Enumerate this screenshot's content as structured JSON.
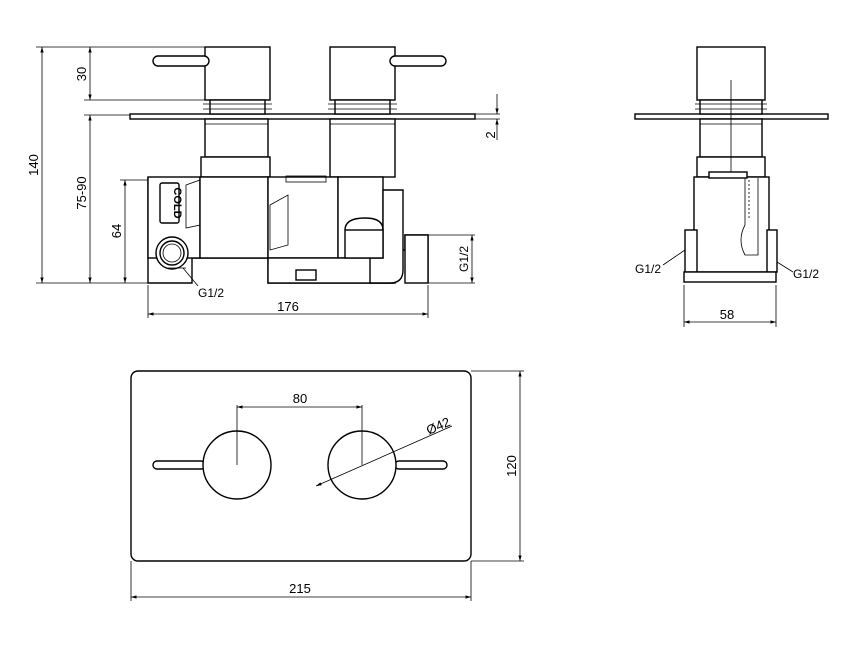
{
  "dimensions": {
    "overall_height": "140",
    "handle_height": "30",
    "wall_depth": "75-90",
    "port_height": "64",
    "plate_thickness": "2",
    "body_width": "176",
    "side_depth": "58",
    "spacing": "80",
    "knob_diameter": "Ø42",
    "plate_height": "120",
    "plate_width": "215"
  },
  "labels": {
    "inlet_front": "G1/2",
    "outlet_front": "G1/2",
    "side_left": "G1/2",
    "side_right": "G1/2",
    "cold_marking": "COLD"
  }
}
